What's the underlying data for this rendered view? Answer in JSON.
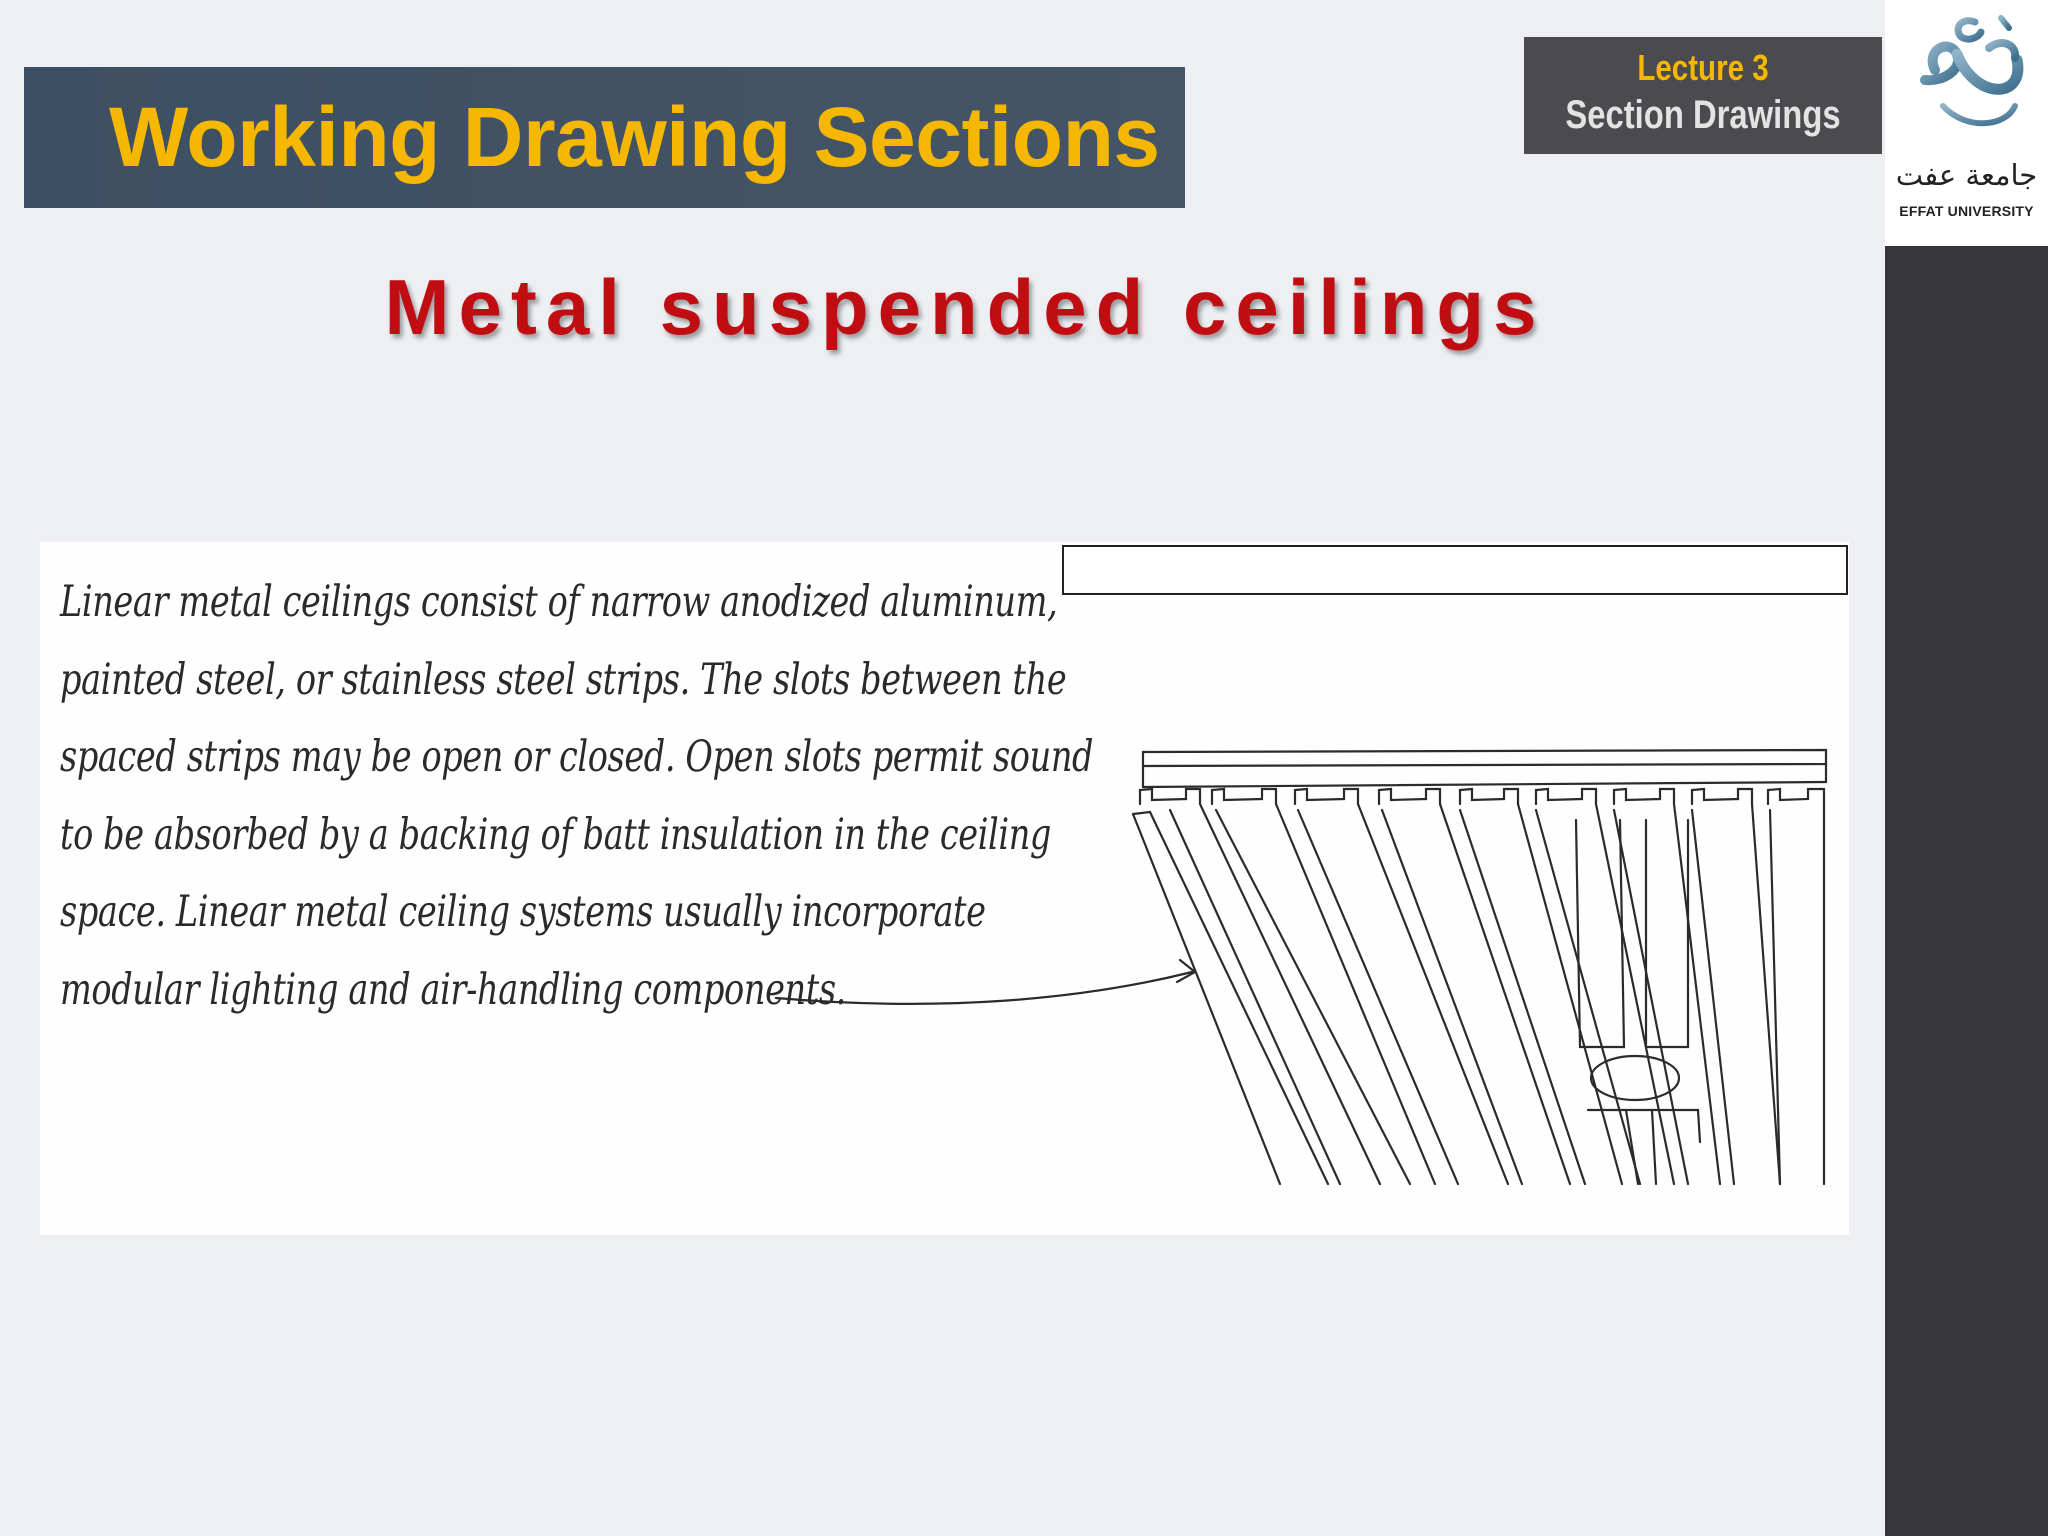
{
  "header": {
    "title": "Working Drawing Sections",
    "lecture": "Lecture 3",
    "lecture_topic": "Section  Drawings"
  },
  "logo": {
    "arabic_name": "جامعة عفت",
    "english_name": "EFFAT UNIVERSITY"
  },
  "slide": {
    "subtitle": "Metal suspended ceilings"
  },
  "figure": {
    "lines": [
      "Linear metal ceilings consist of narrow anodized aluminum,",
      "painted steel, or stainless steel strips. The slots between the",
      "spaced strips may be open or closed. Open slots permit sound",
      "to be absorbed by a backing of batt insulation in the ceiling",
      "space. Linear metal ceiling systems usually incorporate",
      "modular lighting and air-handling components."
    ]
  },
  "colors": {
    "title_text": "#f5b700",
    "banner_bg": "#3d4f62",
    "subtitle": "#c00d12",
    "sidebar": "#36363b"
  }
}
